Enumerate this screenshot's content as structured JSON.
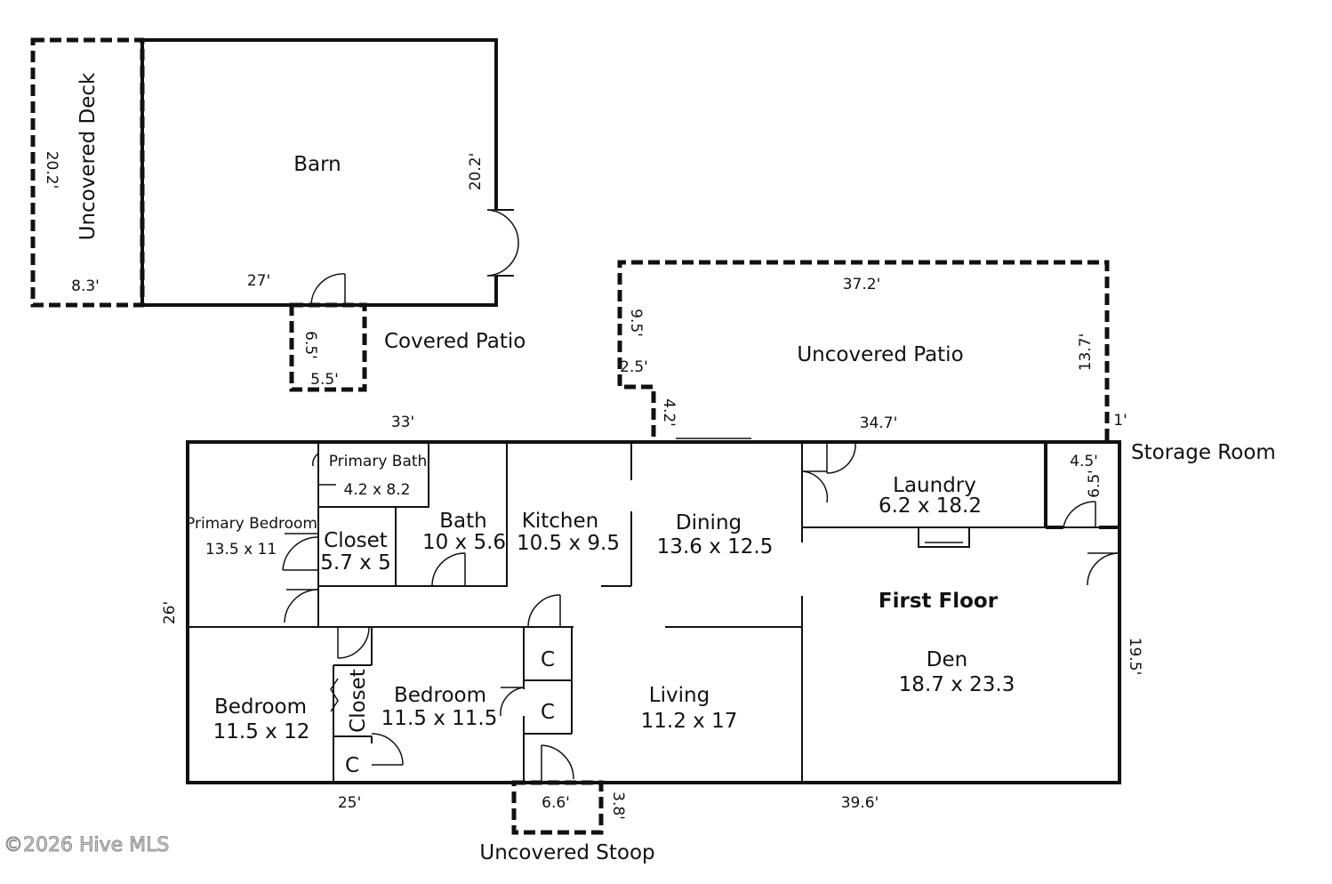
{
  "watermark": "©2026 Hive MLS",
  "floor_title": "First Floor",
  "outdoor": {
    "barn": {
      "name": "Barn",
      "dim_side": "20.2'",
      "dim_bottom": "27'"
    },
    "uncovered_deck": {
      "name": "Uncovered Deck",
      "dim_side": "20.2'",
      "dim_bottom": "8.3'"
    },
    "covered_patio": {
      "name": "Covered Patio",
      "dim_side": "6.5'",
      "dim_bottom": "5.5'"
    },
    "uncovered_patio": {
      "name": "Uncovered Patio",
      "dim_top": "37.2'",
      "dim_left_upper": "9.5'",
      "dim_step": "2.5'",
      "dim_left_lower": "4.2'",
      "dim_bottom": "34.7'",
      "dim_right": "13.7'",
      "dim_right_step": "1'"
    },
    "uncovered_stoop": {
      "name": "Uncovered Stoop",
      "dim_width": "6.6'",
      "dim_depth": "3.8'"
    }
  },
  "house_dims": {
    "top": "33'",
    "left": "26'",
    "bottom_left": "25'",
    "bottom_right": "39.6'",
    "right": "19.5'"
  },
  "storage_room": {
    "name": "Storage Room",
    "dim_w": "4.5'",
    "dim_h": "6.5'"
  },
  "rooms": {
    "primary_bath": {
      "name": "Primary Bath",
      "size": "4.2 x 8.2"
    },
    "primary_bedroom": {
      "name": "Primary Bedroom",
      "size": "13.5 x 11"
    },
    "closet_primary": {
      "name": "Closet",
      "size": "5.7 x 5"
    },
    "bath": {
      "name": "Bath",
      "size": "10 x 5.6"
    },
    "kitchen": {
      "name": "Kitchen",
      "size": "10.5 x 9.5"
    },
    "dining": {
      "name": "Dining",
      "size": "13.6 x 12.5"
    },
    "laundry": {
      "name": "Laundry",
      "size": "6.2 x 18.2"
    },
    "den": {
      "name": "Den",
      "size": "18.7 x 23.3"
    },
    "living": {
      "name": "Living",
      "size": "11.2 x 17"
    },
    "bedroom_left": {
      "name": "Bedroom",
      "size": "11.5 x 12"
    },
    "bedroom_mid": {
      "name": "Bedroom",
      "size": "11.5 x 11.5"
    },
    "closet_vertical": {
      "name": "Closet"
    },
    "closet_c1": {
      "name": "C"
    },
    "closet_c2": {
      "name": "C"
    },
    "closet_c3": {
      "name": "C"
    }
  }
}
